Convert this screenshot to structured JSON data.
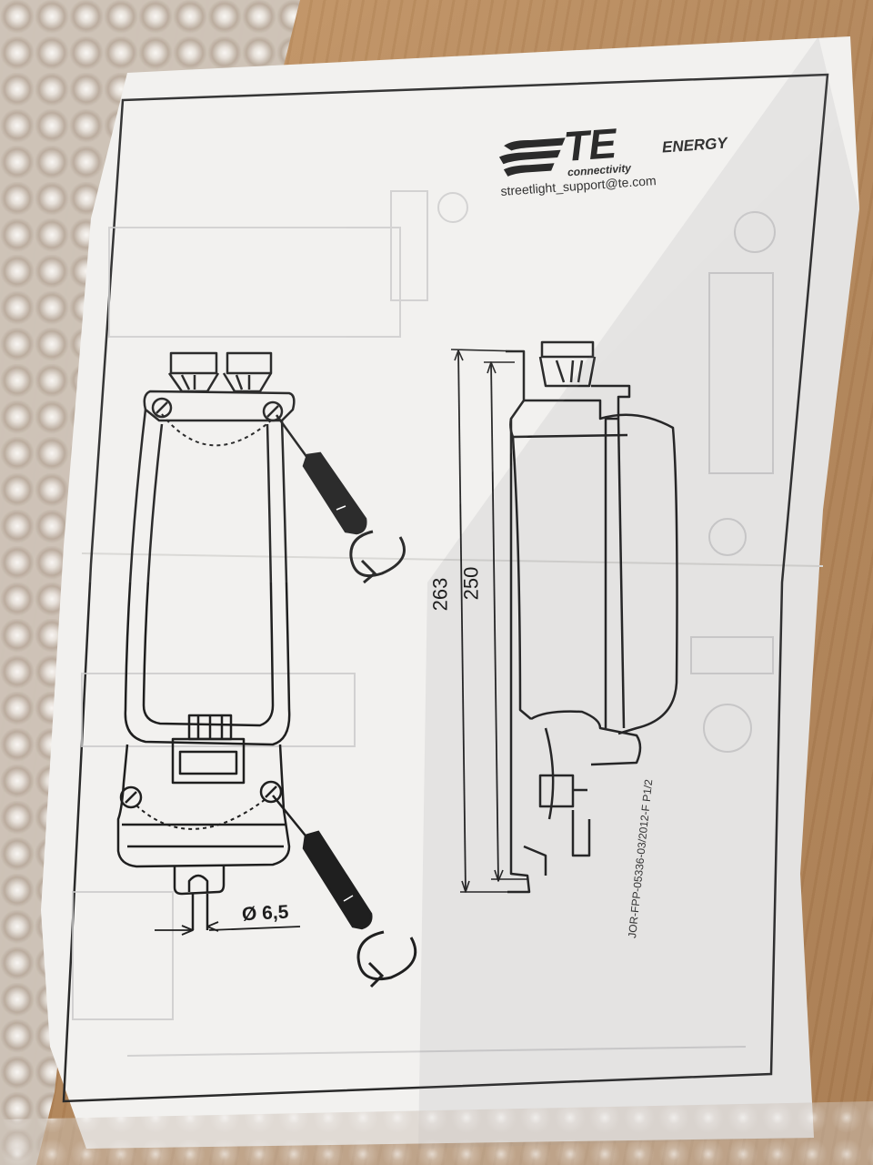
{
  "logo": {
    "brand": "TE",
    "tagline": "connectivity",
    "division": "ENERGY"
  },
  "contact": {
    "email": "streetlight_support@te.com"
  },
  "dimensions": {
    "overall_height": "263",
    "inner_height": "250",
    "cable_diameter": "Ø 6,5"
  },
  "document": {
    "reference": "JOR-FPP-05336-03/2012-F P1/2"
  },
  "colors": {
    "table": "#b98e62",
    "paper": "#f1f0ee",
    "ink": "#1e1e1e",
    "bubble_wrap": "#cfc6bc"
  },
  "icons": [
    "screwdriver-icon",
    "rotate-counterclockwise-icon"
  ]
}
